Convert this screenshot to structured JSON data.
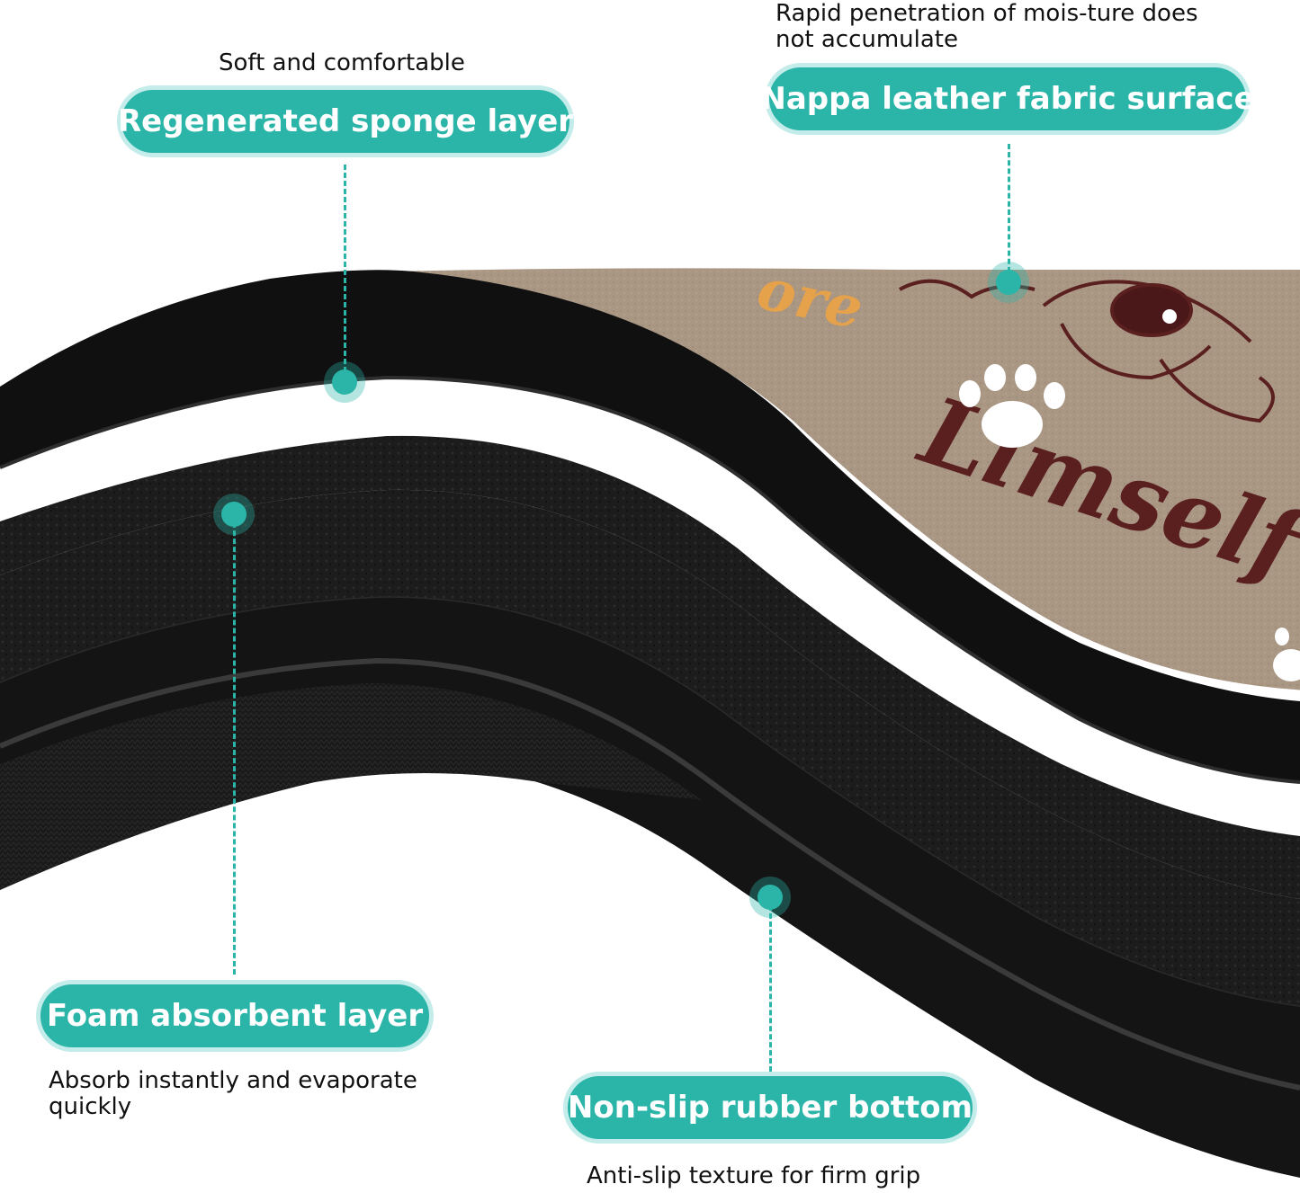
{
  "callouts": {
    "sponge": {
      "label": "Regenerated sponge layer",
      "caption": "Soft and comfortable"
    },
    "leather": {
      "label": "Nappa leather fabric surface",
      "caption": "Rapid penetration of mois-ture does not accumulate"
    },
    "foam": {
      "label": "Foam absorbent layer",
      "caption": "Absorb instantly and evaporate quickly"
    },
    "rubber": {
      "label": "Non-slip rubber bottom",
      "caption": "Anti-slip texture for firm grip"
    }
  },
  "mat_print": {
    "word_top": "ore",
    "word_main": "Limself"
  },
  "colors": {
    "accent": "#2bb5a8",
    "accent_light": "#c4ecea",
    "leather": "#a99683",
    "print_brown": "#5a1f1f",
    "print_orange": "#e6a24a",
    "layers": "#151515"
  },
  "icons": [
    "paw-print-icon",
    "dog-illustration"
  ]
}
